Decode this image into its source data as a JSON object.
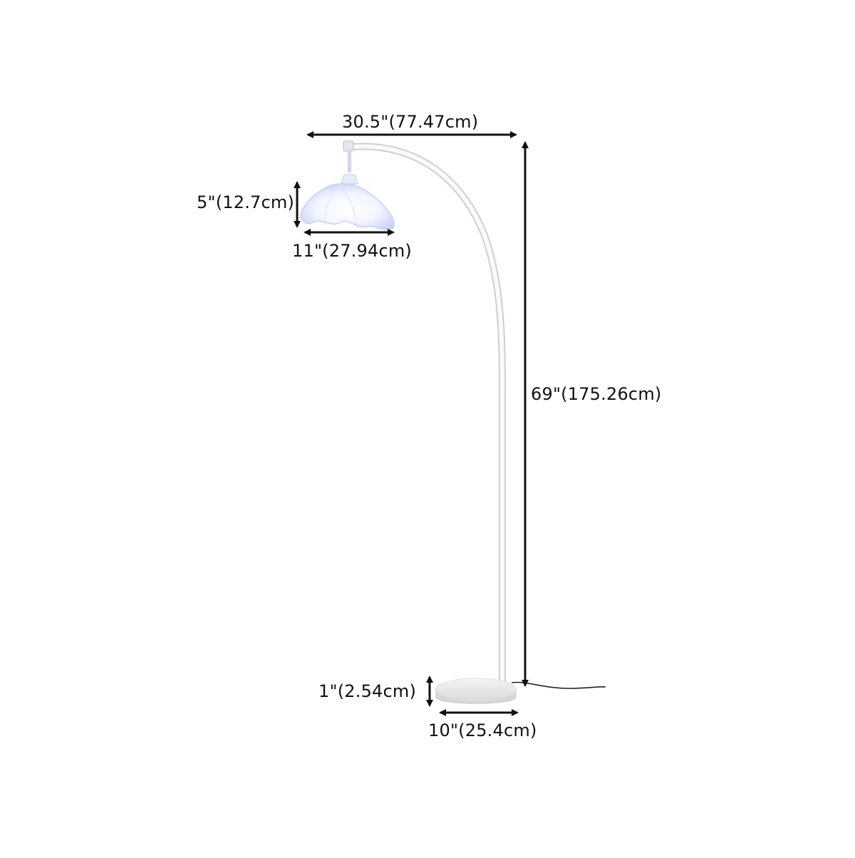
{
  "dimensions": {
    "overall_width": "30.5\"(77.47cm)",
    "shade_height": "5\"(12.7cm)",
    "shade_width": "11\"(27.94cm)",
    "overall_height": "69\"(175.26cm)",
    "base_height": "1\"(2.54cm)",
    "base_width": "10\"(25.4cm)"
  },
  "colors": {
    "background": "#ffffff",
    "dimension_lines": "#111111",
    "lamp_body": "#f2f2f2",
    "shade_glow": "#dfe6ff",
    "cord": "#222222"
  }
}
